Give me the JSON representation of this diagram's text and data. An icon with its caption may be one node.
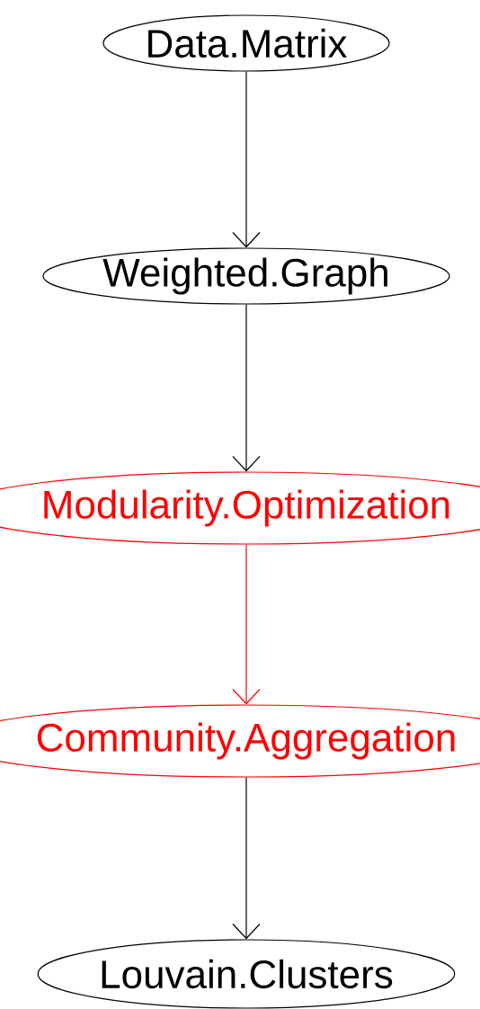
{
  "diagram": {
    "nodes": [
      {
        "text": [
          "Data.Matrix"
        ]
      },
      {
        "text": [
          "Weighted.Graph"
        ]
      },
      {
        "text": [
          "Modularity.Optimization"
        ]
      },
      {
        "text": [
          "Community.Aggregation"
        ]
      },
      {
        "text": [
          "Louvain.Clusters"
        ]
      }
    ],
    "edges": [
      {
        "from": 0,
        "to": 1,
        "arrow": "to"
      },
      {
        "from": 1,
        "to": 2,
        "arrow": "to"
      },
      {
        "from": 2,
        "to": 3,
        "arrow": "to",
        "color": "#ff0000"
      },
      {
        "from": 3,
        "to": 4,
        "arrow": "to"
      }
    ]
  }
}
